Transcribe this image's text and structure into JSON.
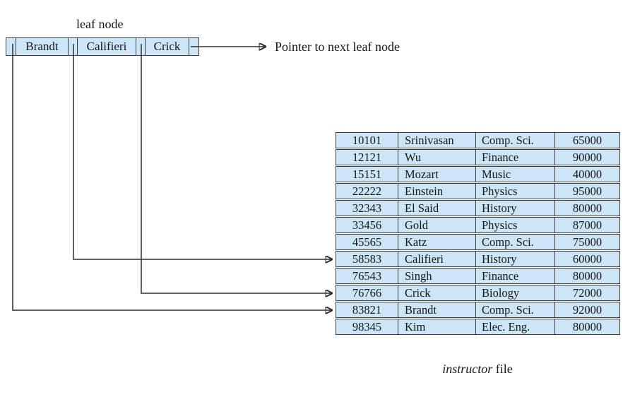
{
  "labels": {
    "leaf_node": "leaf node",
    "pointer_next": "Pointer to next leaf node"
  },
  "caption": {
    "italic": "instructor",
    "rest": " file"
  },
  "leaf_node": {
    "keys": [
      "Brandt",
      "Califieri",
      "Crick"
    ]
  },
  "instructor_file": {
    "rows": [
      [
        "10101",
        "Srinivasan",
        "Comp. Sci.",
        "65000"
      ],
      [
        "12121",
        "Wu",
        "Finance",
        "90000"
      ],
      [
        "15151",
        "Mozart",
        "Music",
        "40000"
      ],
      [
        "22222",
        "Einstein",
        "Physics",
        "95000"
      ],
      [
        "32343",
        "El Said",
        "History",
        "80000"
      ],
      [
        "33456",
        "Gold",
        "Physics",
        "87000"
      ],
      [
        "45565",
        "Katz",
        "Comp. Sci.",
        "75000"
      ],
      [
        "58583",
        "Califieri",
        "History",
        "60000"
      ],
      [
        "76543",
        "Singh",
        "Finance",
        "80000"
      ],
      [
        "76766",
        "Crick",
        "Biology",
        "72000"
      ],
      [
        "83821",
        "Brandt",
        "Comp. Sci.",
        "92000"
      ],
      [
        "98345",
        "Kim",
        "Elec. Eng.",
        "80000"
      ]
    ]
  },
  "pointers": [
    {
      "from_key": "Brandt",
      "to_id": "83821"
    },
    {
      "from_key": "Califieri",
      "to_id": "58583"
    },
    {
      "from_key": "Crick",
      "to_id": "76766"
    }
  ],
  "colors": {
    "cell_fill": "#cde6f7",
    "border": "#3d3d3d",
    "line": "#2f2f2f"
  }
}
